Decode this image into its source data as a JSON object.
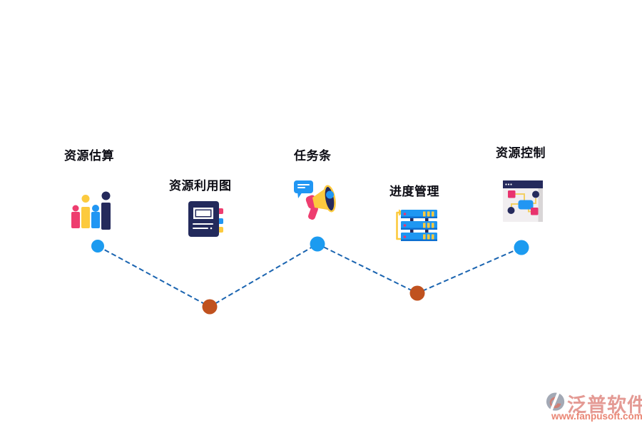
{
  "diagram": {
    "steps": [
      {
        "label": "资源估算",
        "icon": "bar-chart-icon",
        "node": "blue"
      },
      {
        "label": "资源利用图",
        "icon": "notebook-icon",
        "node": "orange"
      },
      {
        "label": "任务条",
        "icon": "megaphone-icon",
        "node": "blue"
      },
      {
        "label": "进度管理",
        "icon": "server-stack-icon",
        "node": "orange"
      },
      {
        "label": "资源控制",
        "icon": "flowchart-window-icon",
        "node": "blue"
      }
    ],
    "colors": {
      "connector": "#1a64b0",
      "node_blue": "#1c9bf0",
      "node_orange": "#c0521f",
      "navy": "#252a5c",
      "pink": "#ee3d6f",
      "yellow": "#fcca3e",
      "blue": "#2196f3"
    }
  },
  "watermark": {
    "brand": "泛普软件",
    "url": "www.fanpusoft.com",
    "brand_color": "#e49a94",
    "url_color": "#ea8573"
  }
}
